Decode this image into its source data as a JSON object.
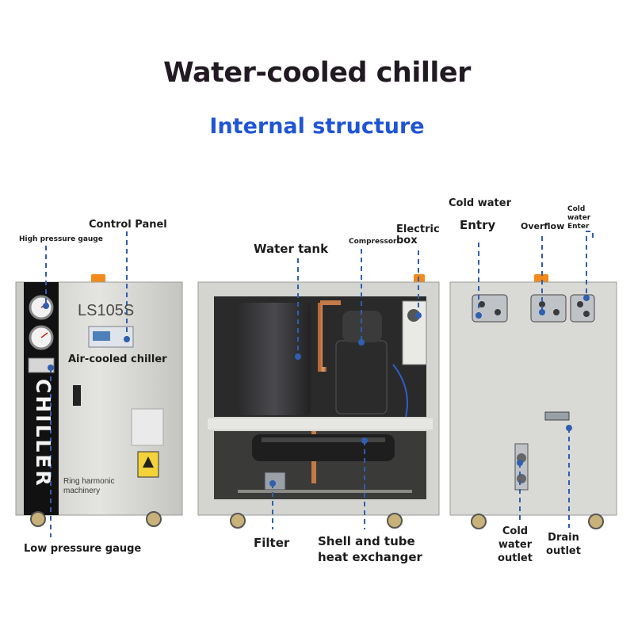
{
  "title": "Water-cooled chiller",
  "subtitle": "Internal structure",
  "left_unit": {
    "model": "LS105S",
    "panel_caption": "Air-cooled chiller",
    "brand_vertical": "CHILLER",
    "maker": "Ring harmonic\nmachinery"
  },
  "labels": {
    "control_panel": "Control Panel",
    "high_pressure_gauge": "High pressure gauge",
    "low_pressure_gauge": "Low pressure gauge",
    "water_tank": "Water tank",
    "compressor": "Compressor",
    "electric_box": "Electric\nbox",
    "filter": "Filter",
    "shell_tube": "Shell and tube\nheat exchanger",
    "cold_water_entry_1": "Cold water",
    "cold_water_entry_2": "Entry",
    "overflow": "Overflow",
    "cold_water_enter": "Cold\nwater\nEnter",
    "cold_water_outlet": "Cold\nwater\noutlet",
    "drain_outlet": "Drain\noutlet"
  },
  "colors": {
    "title": "#221a22",
    "subtitle": "#1f55d6",
    "leader": "#2f5fb0",
    "cabinet": "#d8d8d4",
    "cabinet_dark": "#b9bab6",
    "black_strip": "#111111",
    "beacon": "#f28a1c"
  }
}
